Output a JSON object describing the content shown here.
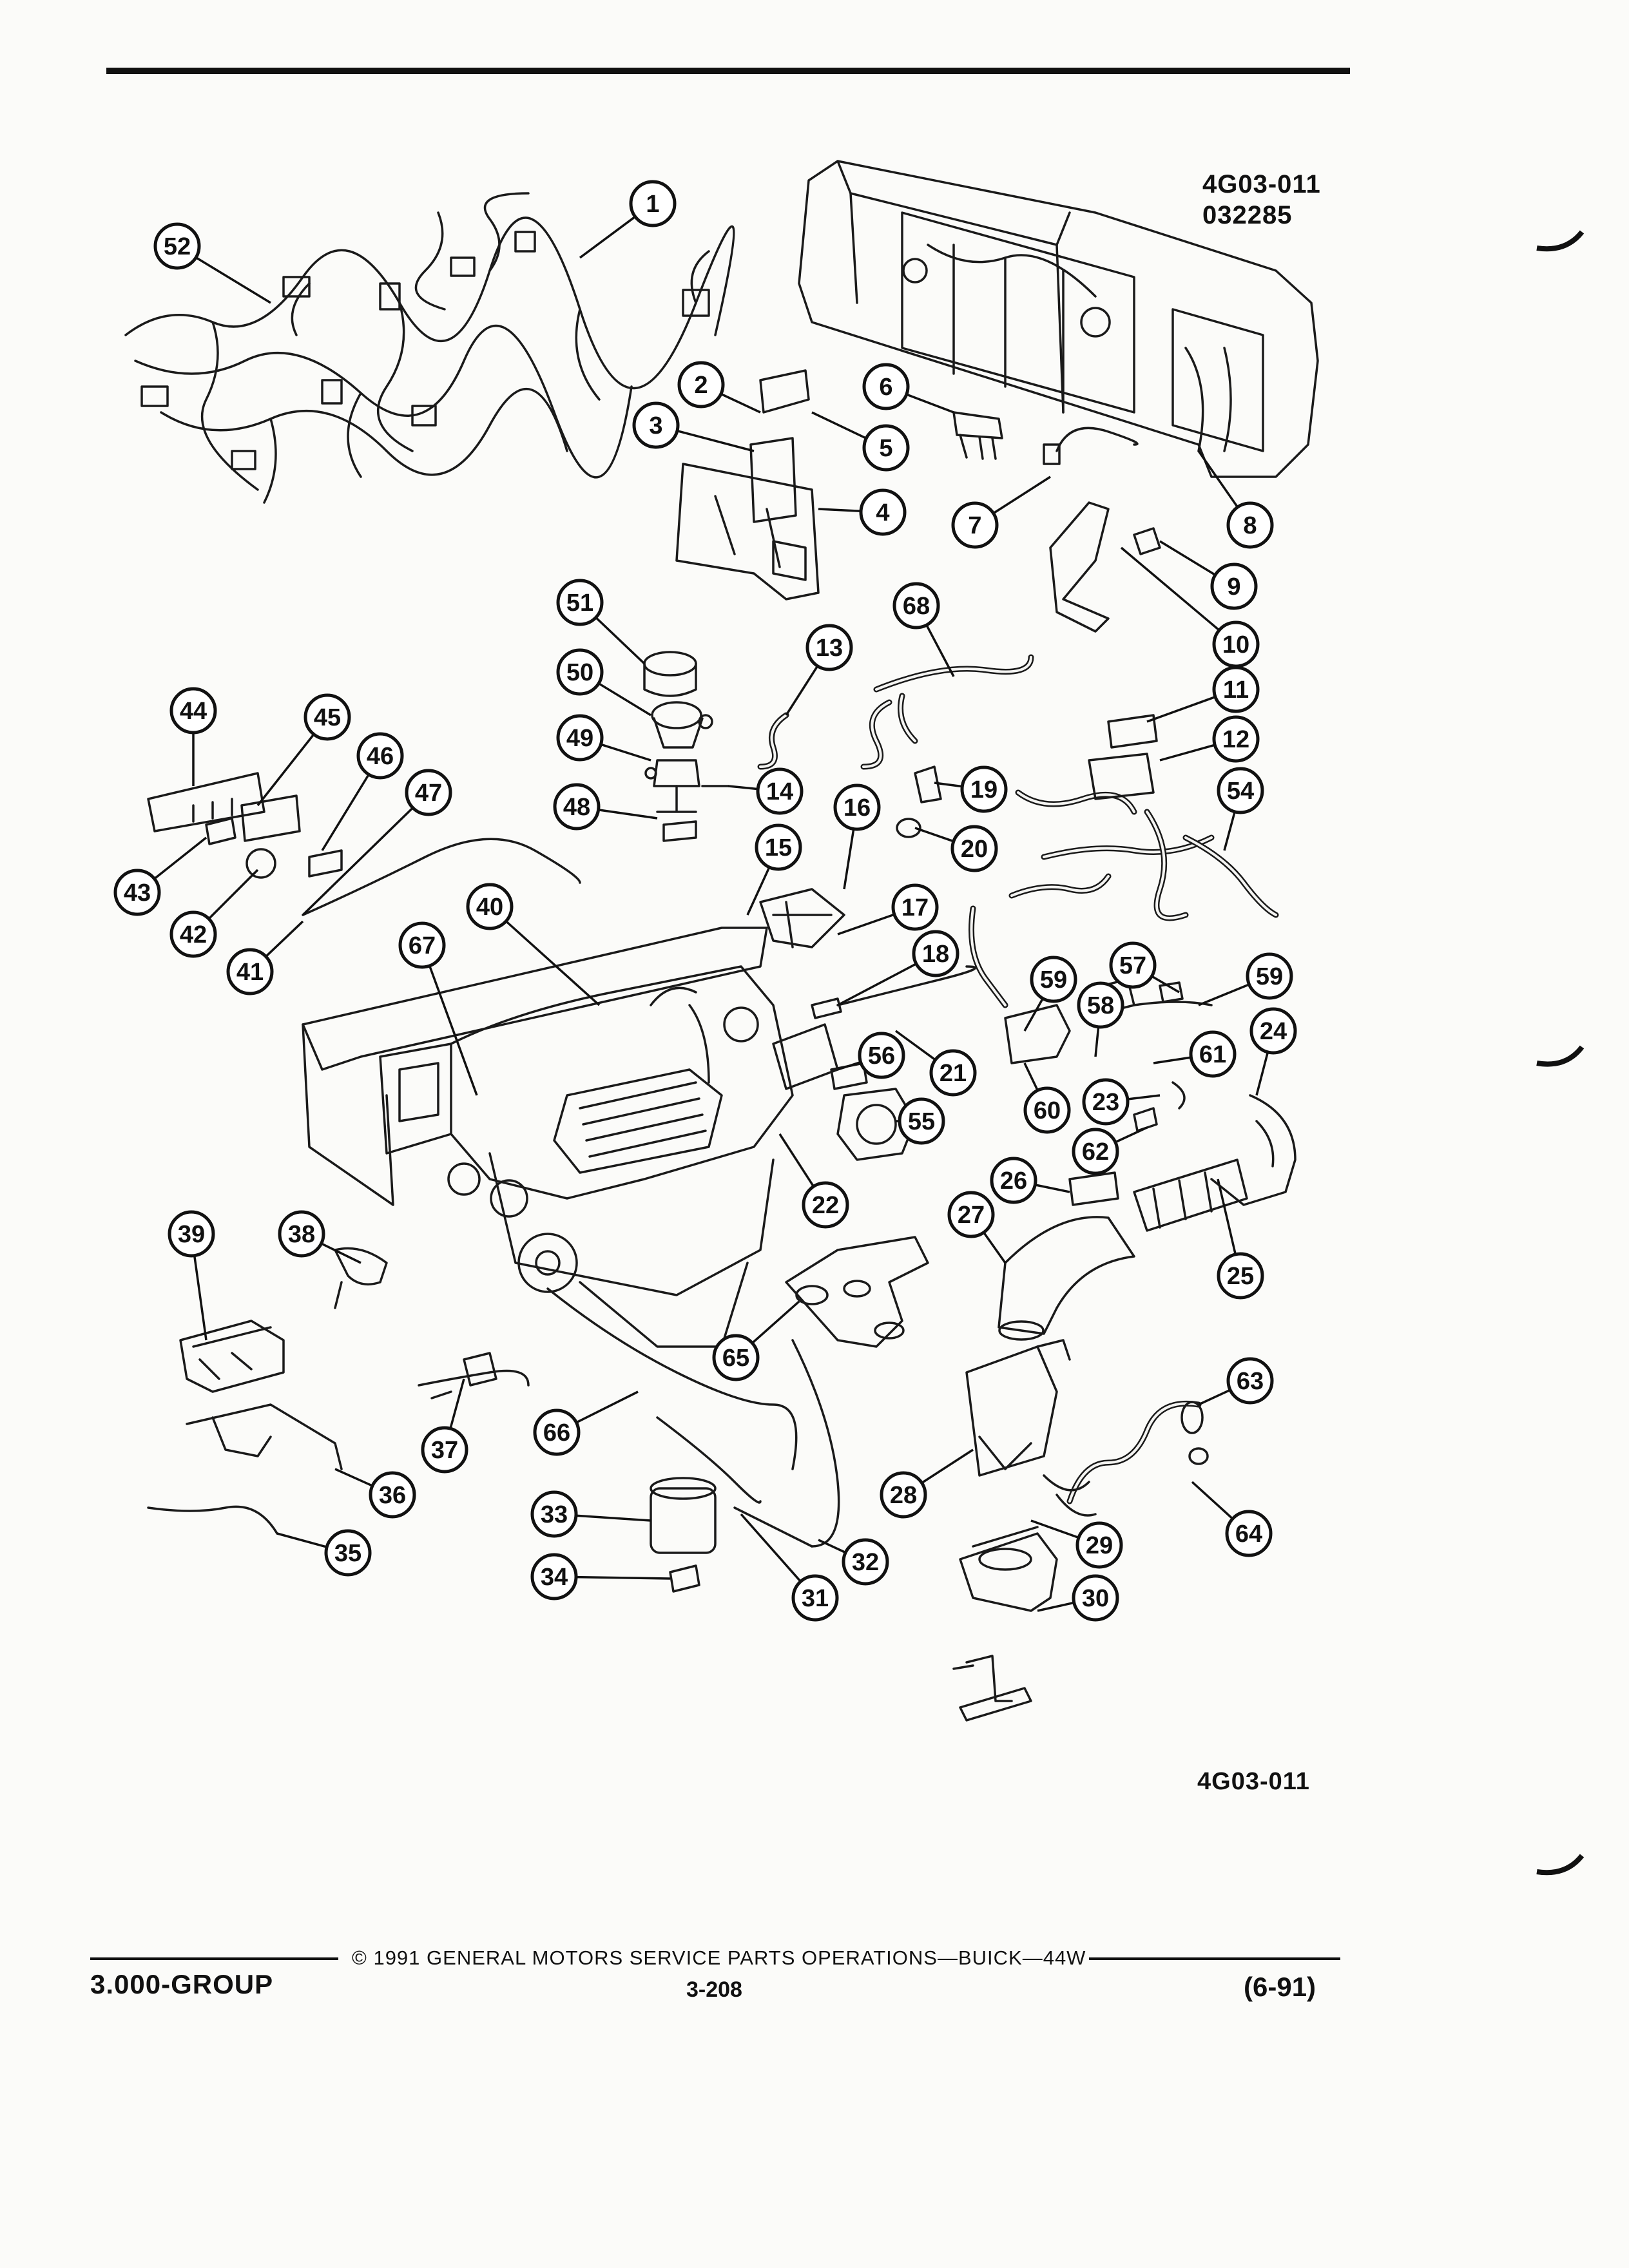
{
  "figure": {
    "code_top": "4G03-011",
    "date_code": "032285",
    "code_bottom": "4G03-011",
    "callouts": [
      "1",
      "2",
      "3",
      "4",
      "5",
      "6",
      "7",
      "8",
      "9",
      "10",
      "11",
      "12",
      "13",
      "14",
      "15",
      "16",
      "17",
      "18",
      "19",
      "20",
      "21",
      "22",
      "23",
      "24",
      "25",
      "26",
      "27",
      "28",
      "29",
      "30",
      "31",
      "32",
      "33",
      "34",
      "35",
      "36",
      "37",
      "38",
      "39",
      "40",
      "41",
      "42",
      "43",
      "44",
      "45",
      "46",
      "47",
      "48",
      "49",
      "50",
      "51",
      "52",
      "54",
      "55",
      "56",
      "57",
      "58",
      "59",
      "59",
      "60",
      "61",
      "62",
      "63",
      "64",
      "65",
      "66",
      "67",
      "68"
    ]
  },
  "footer": {
    "copyright": "© 1991 GENERAL MOTORS SERVICE PARTS OPERATIONS—BUICK—44W",
    "group": "3.000-GROUP",
    "page": "3-208",
    "date": "(6-91)"
  }
}
